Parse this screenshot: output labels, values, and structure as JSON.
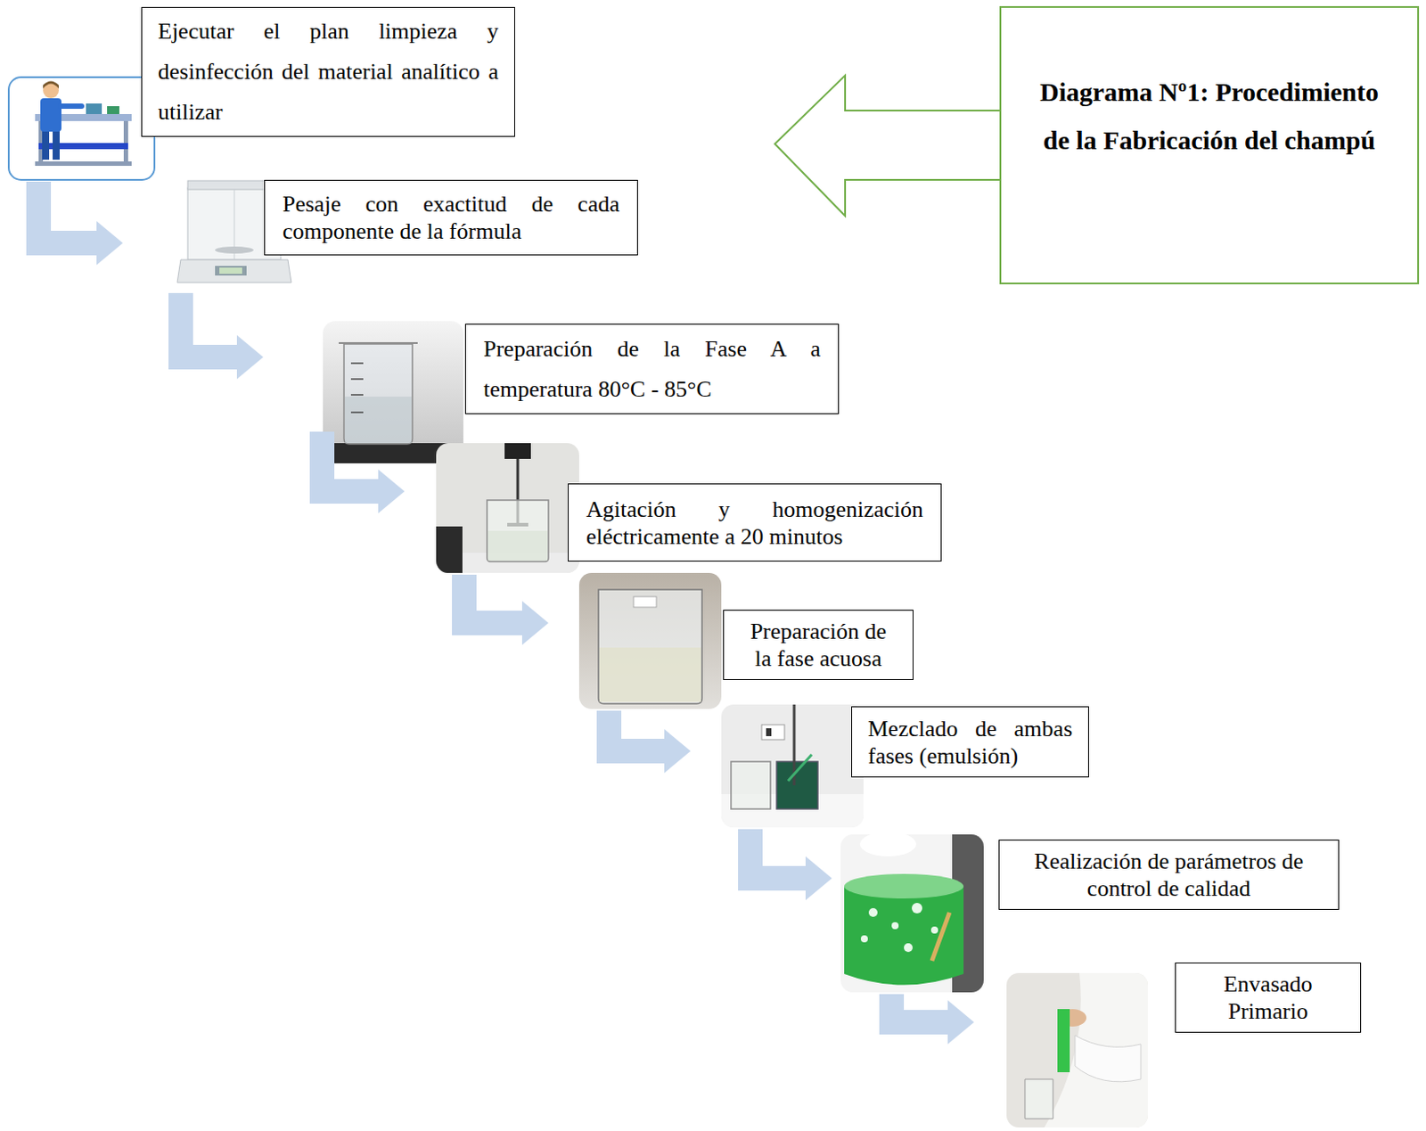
{
  "diagram": {
    "title": "Diagrama Nº1: Procedimiento de la Fabricación del champú",
    "nodes": [
      {
        "text": [
          "Ejecutar el plan limpieza y desinfección del material analítico a utilizar"
        ]
      },
      {
        "text": [
          "Pesaje con exactitud de cada componente de la fórmula"
        ]
      },
      {
        "text": [
          "Preparación de la Fase A a temperatura 80°C - 85°C"
        ]
      },
      {
        "text": [
          "Agitación y homogenización eléctricamente a 20 minutos"
        ]
      },
      {
        "text": [
          "Preparación de la fase acuosa"
        ]
      },
      {
        "text": [
          "Mezclado de ambas fases (emulsión)"
        ]
      },
      {
        "text": [
          "Realización de parámetros de control de calidad"
        ]
      },
      {
        "text": [
          "Envasado Primario"
        ]
      }
    ],
    "edges": [
      {
        "from": 0,
        "to": 1,
        "arrow": "to"
      },
      {
        "from": 1,
        "to": 2,
        "arrow": "to"
      },
      {
        "from": 2,
        "to": 3,
        "arrow": "to"
      },
      {
        "from": 3,
        "to": 4,
        "arrow": "to"
      },
      {
        "from": 4,
        "to": 5,
        "arrow": "to"
      },
      {
        "from": 5,
        "to": 6,
        "arrow": "to"
      },
      {
        "from": 6,
        "to": 7,
        "arrow": "to"
      }
    ]
  }
}
